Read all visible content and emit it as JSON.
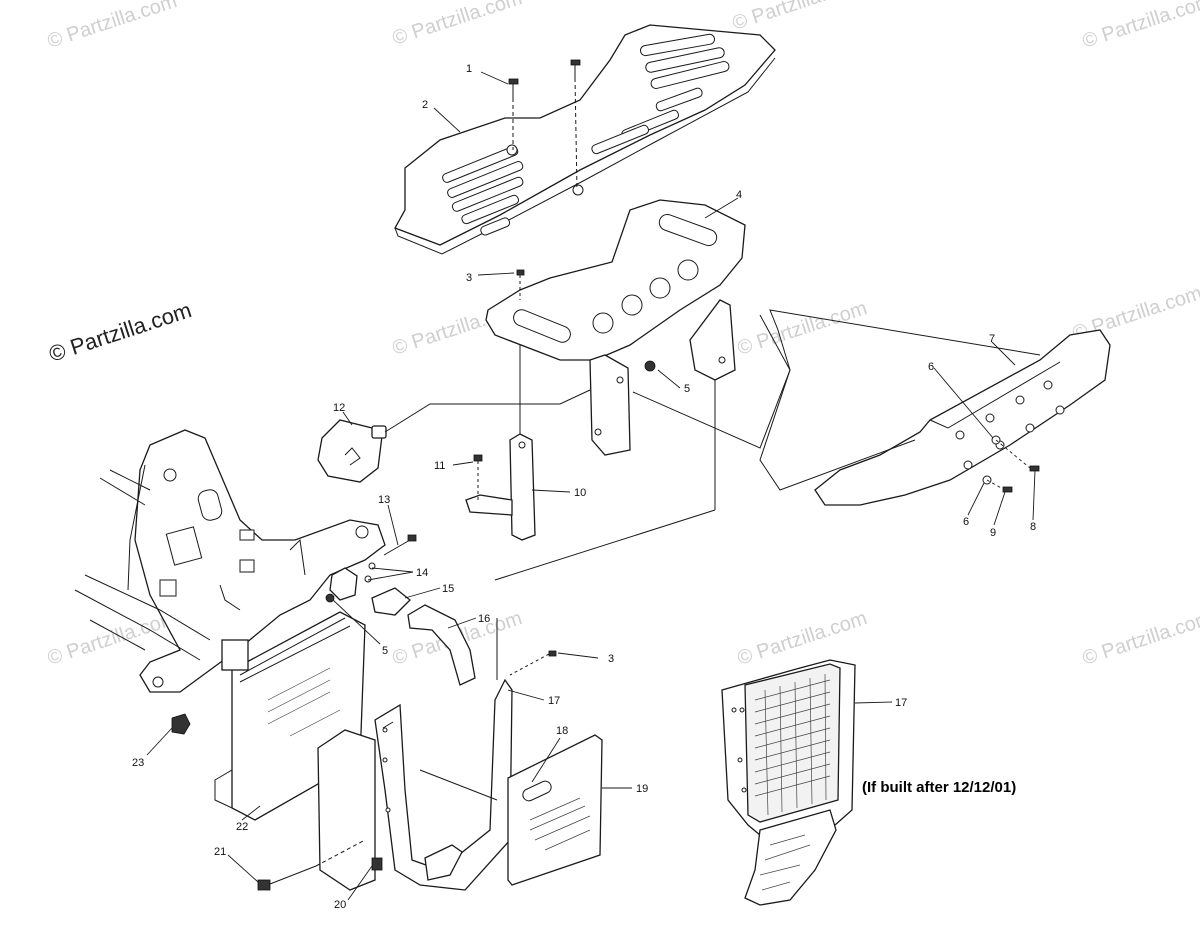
{
  "watermark": {
    "main": "© Partzilla.com",
    "repeat": "© Partzilla.com"
  },
  "note": "(If built after 12/12/01)",
  "callouts": {
    "c1": "1",
    "c2": "2",
    "c3a": "3",
    "c3b": "3",
    "c4": "4",
    "c5a": "5",
    "c5b": "5",
    "c6a": "6",
    "c6b": "6",
    "c7": "7",
    "c8": "8",
    "c9": "9",
    "c10": "10",
    "c11": "11",
    "c12": "12",
    "c13": "13",
    "c14": "14",
    "c15": "15",
    "c16": "16",
    "c17a": "17",
    "c17b": "17",
    "c18": "18",
    "c19": "19",
    "c20": "20",
    "c21": "21",
    "c22": "22",
    "c23": "23"
  }
}
